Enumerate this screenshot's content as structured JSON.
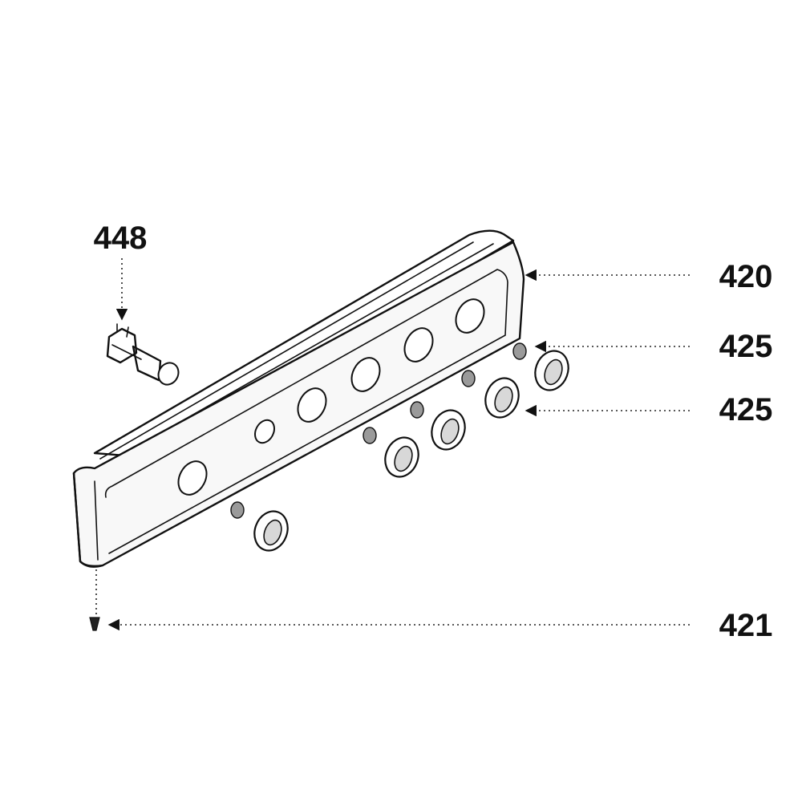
{
  "diagram": {
    "callouts": {
      "c448": "448",
      "c420": "420",
      "c425a": "425",
      "c425b": "425",
      "c421": "421"
    },
    "colors": {
      "ink": "#111111",
      "background": "#ffffff"
    }
  }
}
